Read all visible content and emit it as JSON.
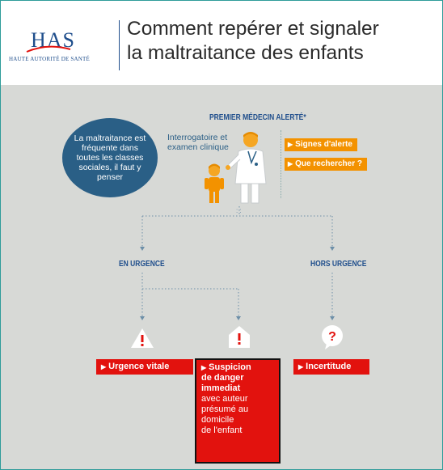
{
  "header": {
    "logo_text": "HAS",
    "logo_subtitle": "HAUTE AUTORITÉ DE SANTÉ",
    "title_line1": "Comment repérer et signaler",
    "title_line2": "la maltraitance des enfants"
  },
  "intro_circle": "La maltraitance est fréquente dans toutes les classes sociales, il faut y penser",
  "premier": {
    "heading": "PREMIER MÉDECIN ALERTÉ*",
    "sub_line1": "Interrogatoire et",
    "sub_line2": "examen clinique",
    "buttons": [
      "Signes d'alerte",
      "Que rechercher ?"
    ]
  },
  "branches": {
    "left": "EN URGENCE",
    "right": "HORS URGENCE"
  },
  "outcomes": {
    "vitale": "Urgence vitale",
    "suspicion_bold_1": "Suspicion",
    "suspicion_bold_2": "de danger",
    "suspicion_bold_3": "immediat",
    "suspicion_light_1": "avec auteur",
    "suspicion_light_2": "présumé au",
    "suspicion_light_3": "domicile",
    "suspicion_light_4": "de l'enfant",
    "incertitude": "Incertitude"
  },
  "colors": {
    "brand": "#1f4e8c",
    "circle": "#2a5f86",
    "orange": "#f39200",
    "red": "#e2120e",
    "background": "#d7d9d6",
    "frame": "#2e9c9a"
  }
}
